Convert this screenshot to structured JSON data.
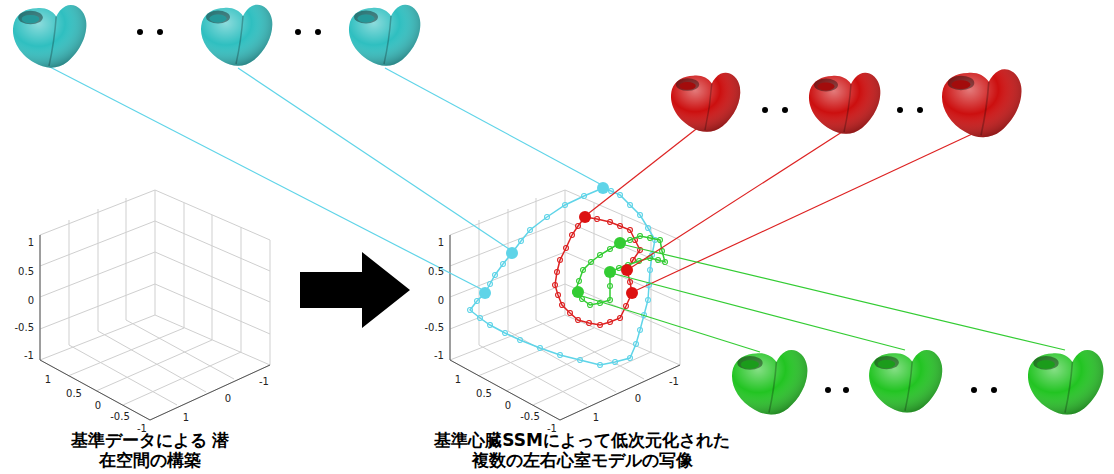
{
  "diagram": {
    "labels": [
      "1",
      "0.5",
      "0",
      "-0.5",
      "-1",
      "1",
      "0.5",
      "0",
      "-0.5",
      "-1",
      "1",
      "0",
      "-1",
      "基準データによる 潜在空間の構築",
      "1",
      "0.5",
      "0",
      "-0.5",
      "-1",
      "1",
      "0.5",
      "0",
      "-0.5",
      "-1",
      "1",
      "0",
      "-1",
      "基準心臓SSMによって低次元化された 複数の左右心室モデルの写像"
    ]
  }
}
